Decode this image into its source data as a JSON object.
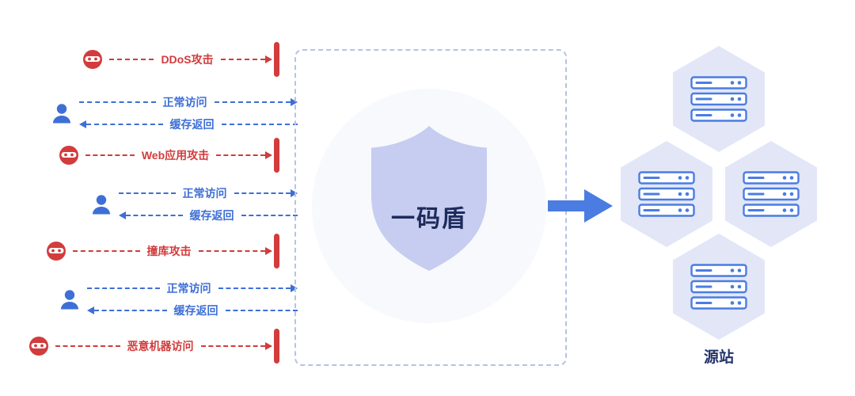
{
  "shield": {
    "label": "一码盾"
  },
  "origin": {
    "label": "源站"
  },
  "rows": [
    {
      "kind": "attack",
      "label": "DDoS攻击"
    },
    {
      "kind": "normal",
      "in": "正常访问",
      "out": "缓存返回"
    },
    {
      "kind": "attack",
      "label": "Web应用攻击"
    },
    {
      "kind": "normal",
      "in": "正常访问",
      "out": "缓存返回"
    },
    {
      "kind": "attack",
      "label": "撞库攻击"
    },
    {
      "kind": "normal",
      "in": "正常访问",
      "out": "缓存返回"
    },
    {
      "kind": "attack",
      "label": "恶意机器访问"
    }
  ],
  "colors": {
    "attack_red": "#d23c3c",
    "normal_blue": "#3e6fd6",
    "shield_fill": "#c6cdf0",
    "shield_text": "#1e2c5c",
    "hex_fill": "#e2e6f7",
    "server_stroke": "#4a7ce2",
    "box_border": "#b6c3e6"
  }
}
